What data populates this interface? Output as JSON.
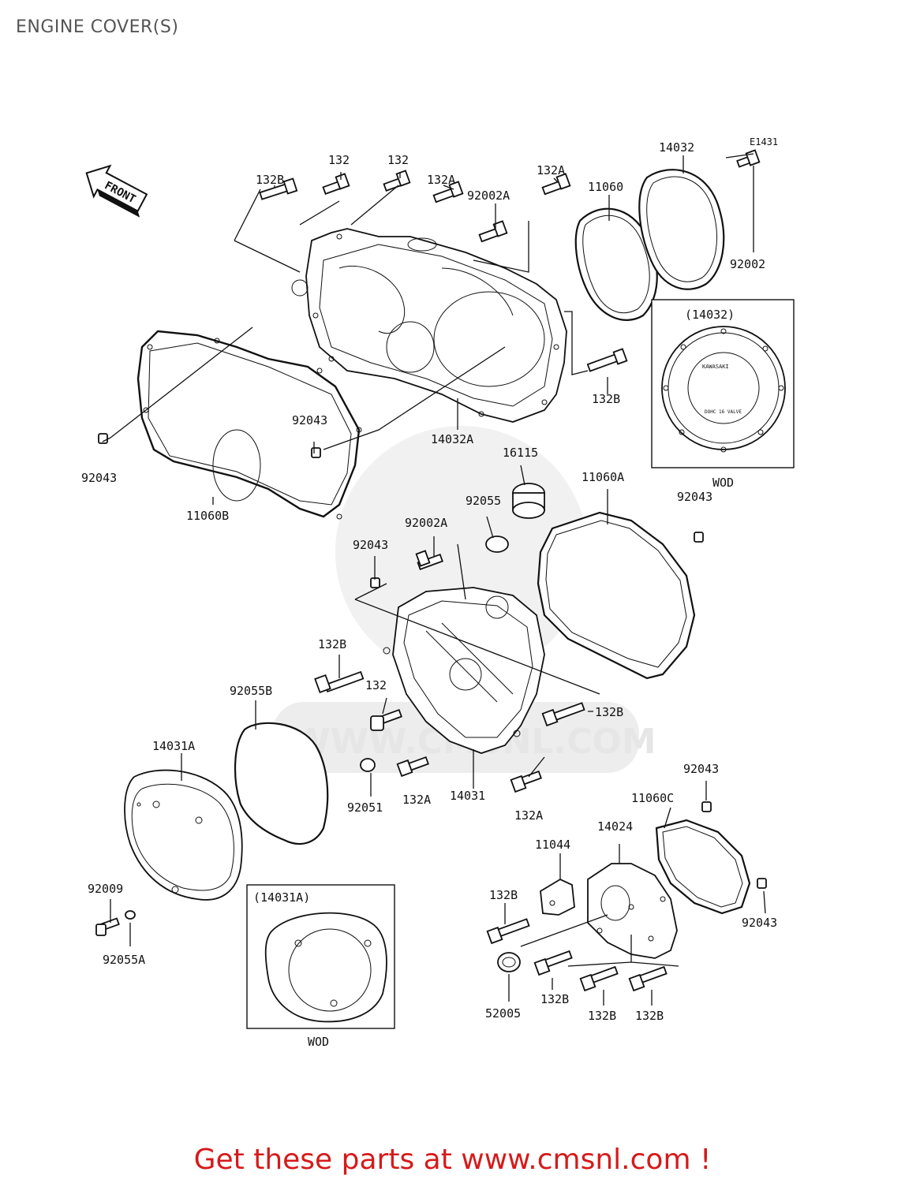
{
  "page": {
    "title": "ENGINE COVER(S)"
  },
  "diagram": {
    "code": "E1431",
    "front_label": "FRONT",
    "watermark_url": "WWW.CMSNL.COM",
    "callouts": [
      "132B",
      "132",
      "132",
      "132A",
      "92002A",
      "132A",
      "11060",
      "14032",
      "92002",
      "(14032)",
      "WOD",
      "132B",
      "14032A",
      "92043",
      "92043",
      "11060B",
      "16115",
      "11060A",
      "92055",
      "92043",
      "92002A",
      "92043",
      "132B",
      "132",
      "132B",
      "92055B",
      "14031A",
      "92051",
      "132A",
      "14031",
      "132A",
      "92043",
      "11060C",
      "11044",
      "14024",
      "92009",
      "92055A",
      "(14031A)",
      "WOD",
      "132B",
      "92043",
      "52005",
      "132B",
      "132B",
      "132B"
    ],
    "logo_text_1": "KAWASAKI",
    "logo_text_2": "DOHC 16 VALVE"
  },
  "footer": {
    "promo": "Get these parts at www.cmsnl.com !"
  }
}
